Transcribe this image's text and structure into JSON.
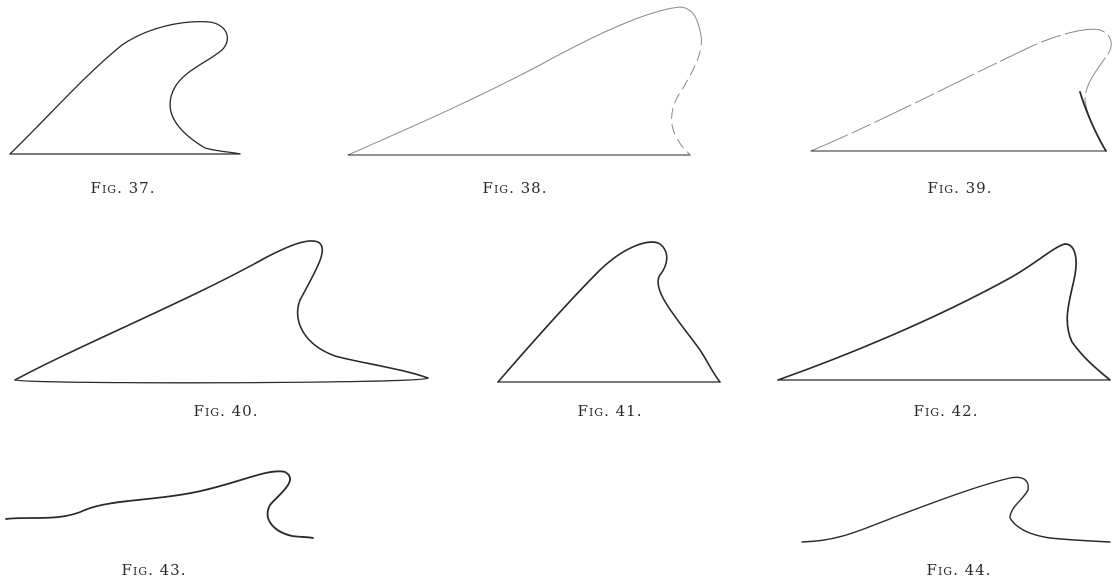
{
  "figures": [
    {
      "id": "37",
      "caption": "Fig. 37."
    },
    {
      "id": "38",
      "caption": "Fig. 38."
    },
    {
      "id": "39",
      "caption": "Fig. 39."
    },
    {
      "id": "40",
      "caption": "Fig. 40."
    },
    {
      "id": "41",
      "caption": "Fig. 41."
    },
    {
      "id": "42",
      "caption": "Fig. 42."
    },
    {
      "id": "43",
      "caption": "Fig. 43."
    },
    {
      "id": "44",
      "caption": "Fig. 44."
    }
  ],
  "colors": {
    "ink": "#2a2a2a",
    "ink_light": "#8a8a8a",
    "paper": "#ffffff"
  }
}
